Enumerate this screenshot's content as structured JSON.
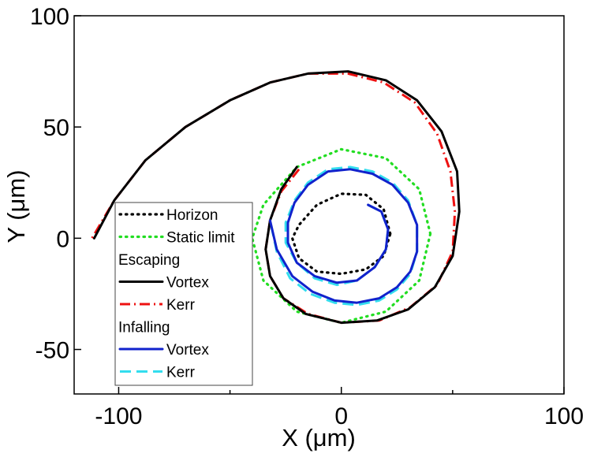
{
  "chart_data": {
    "type": "line",
    "xlabel": "X (μm)",
    "ylabel": "Y (μm)",
    "xlim": [
      -120,
      100
    ],
    "ylim": [
      -70,
      100
    ],
    "xticks": [
      -100,
      0,
      100
    ],
    "yticks": [
      -50,
      0,
      50,
      100
    ],
    "x_minor_ticks": [
      -50,
      50
    ],
    "legend_position": "bottom-left",
    "legend": [
      {
        "label": "Horizon",
        "series": "horizon",
        "style": "dotted",
        "color": "#000000"
      },
      {
        "label": "Static limit",
        "series": "static_limit",
        "style": "dotted",
        "color": "#22dd22"
      },
      {
        "label": "Escaping",
        "heading": true
      },
      {
        "label": "Vortex",
        "series": "escaping_vortex",
        "style": "solid",
        "color": "#000000"
      },
      {
        "label": "Kerr",
        "series": "escaping_kerr",
        "style": "dashdot",
        "color": "#ee1111"
      },
      {
        "label": "Infalling",
        "heading": true
      },
      {
        "label": "Vortex",
        "series": "infalling_vortex",
        "style": "solid",
        "color": "#1122cc"
      },
      {
        "label": "Kerr",
        "series": "infalling_kerr",
        "style": "dashed",
        "color": "#33ddee"
      }
    ],
    "series": [
      {
        "id": "horizon",
        "color": "#000000",
        "style": "dotted",
        "x": [
          22,
          19,
          11,
          0,
          -11,
          -19,
          -22,
          -19,
          -11,
          0,
          11,
          19,
          22
        ],
        "y": [
          2,
          13,
          19.5,
          20,
          15,
          6,
          0,
          -9,
          -15,
          -16,
          -14,
          -8,
          2
        ]
      },
      {
        "id": "static_limit",
        "color": "#22dd22",
        "style": "dotted",
        "x": [
          40,
          35,
          20,
          0,
          -20,
          -35,
          -40,
          -35,
          -20,
          0,
          20,
          35,
          40
        ],
        "y": [
          2,
          22,
          36,
          40,
          32,
          15,
          0,
          -19,
          -33,
          -38,
          -33,
          -19,
          2
        ]
      },
      {
        "id": "escaping_vortex",
        "color": "#000000",
        "style": "solid",
        "x": [
          -20,
          -27,
          -32,
          -34,
          -32,
          -26,
          -16,
          0,
          16,
          30,
          42,
          50,
          53,
          52,
          45,
          34,
          20,
          3,
          -15,
          -32,
          -50,
          -70,
          -88,
          -102,
          -111
        ],
        "y": [
          32,
          22,
          8,
          -5,
          -17,
          -27,
          -34,
          -38,
          -37,
          -32,
          -22,
          -8,
          12,
          30,
          48,
          62,
          71,
          75,
          74,
          70,
          62,
          50,
          35,
          17,
          0
        ]
      },
      {
        "id": "escaping_kerr",
        "color": "#ee1111",
        "style": "dashdot",
        "x": [
          -19,
          -27,
          -32,
          -34,
          -32,
          -26,
          -15,
          0,
          17,
          31,
          43,
          50,
          51,
          49,
          43,
          33,
          19,
          3,
          -15,
          -32,
          -50,
          -70,
          -88,
          -102,
          -112
        ],
        "y": [
          31,
          21,
          8,
          -5,
          -17,
          -27,
          -34,
          -38,
          -37,
          -31,
          -21,
          -6,
          12,
          30,
          47,
          61,
          70,
          74,
          74,
          70,
          62,
          50,
          35,
          17,
          0
        ]
      },
      {
        "id": "infalling_vortex",
        "color": "#1122cc",
        "style": "solid",
        "x": [
          12,
          18,
          21,
          20,
          15,
          7,
          -2,
          -12,
          -20,
          -24,
          -24,
          -21,
          -15,
          -6,
          4,
          14,
          23,
          30,
          34,
          34,
          31,
          25,
          17,
          7,
          -3,
          -13,
          -22,
          -29,
          -32
        ],
        "y": [
          15,
          12,
          4,
          -5,
          -13,
          -19,
          -20,
          -17,
          -11,
          -2,
          7,
          16,
          24,
          30,
          31,
          29,
          24,
          16,
          6,
          -6,
          -15,
          -22,
          -27,
          -29,
          -28,
          -24,
          -17,
          -5,
          8
        ]
      },
      {
        "id": "infalling_kerr",
        "color": "#33ddee",
        "style": "dashed",
        "x": [
          12,
          18,
          21,
          20,
          15,
          7,
          -2,
          -12,
          -20,
          -25,
          -25,
          -21,
          -15,
          -6,
          4,
          14,
          23,
          30,
          34,
          34,
          31,
          25,
          17,
          7,
          -3,
          -14,
          -23,
          -29,
          -32
        ],
        "y": [
          15,
          12,
          4,
          -5,
          -13,
          -19,
          -21,
          -18,
          -11,
          -2,
          7,
          17,
          25,
          31,
          32,
          30,
          25,
          17,
          6,
          -6,
          -16,
          -23,
          -28,
          -30,
          -29,
          -25,
          -18,
          -6,
          8
        ]
      }
    ]
  }
}
